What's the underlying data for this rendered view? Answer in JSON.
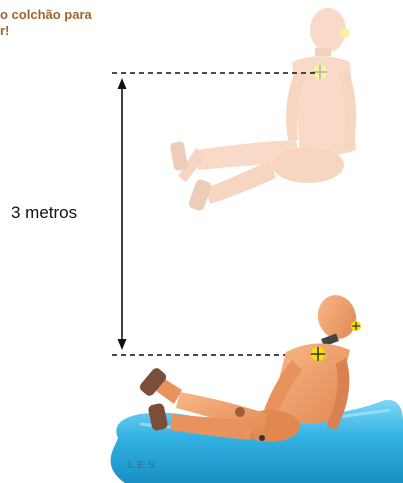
{
  "title": {
    "line1": "o colchão para",
    "line2": "r!"
  },
  "measurement": {
    "label": "3 metros"
  },
  "credit": "L.E.S.",
  "colors": {
    "title": "#a0672c",
    "dummy_faded": "#f6d9c2",
    "dummy": "#f0a070",
    "mattress": "#2fb0e0",
    "target_yellow": "#f5e000"
  }
}
